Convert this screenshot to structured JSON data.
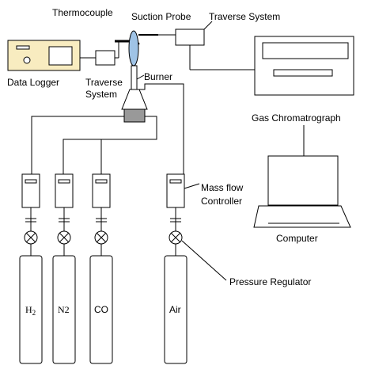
{
  "labels": {
    "thermocouple": "Thermocouple",
    "suction_probe": "Suction Probe",
    "traverse_system_top": "Traverse System",
    "data_logger": "Data Logger",
    "traverse_system_left_line1": "Traverse",
    "traverse_system_left_line2": "System",
    "burner": "Burner",
    "gas_chromatograph": "Gas Chromatrograph",
    "mass_flow_line1": "Mass flow",
    "mass_flow_line2": "Controller",
    "computer": "Computer",
    "pressure_regulator": "Pressure Regulator"
  },
  "cylinders": {
    "h2_main": "H",
    "h2_sub": "2",
    "n2": "N2",
    "co": "CO",
    "air": "Air"
  },
  "colors": {
    "logger_fill": "#f8ecc0",
    "probe_fill": "#9fc3e6",
    "line": "#000000"
  }
}
